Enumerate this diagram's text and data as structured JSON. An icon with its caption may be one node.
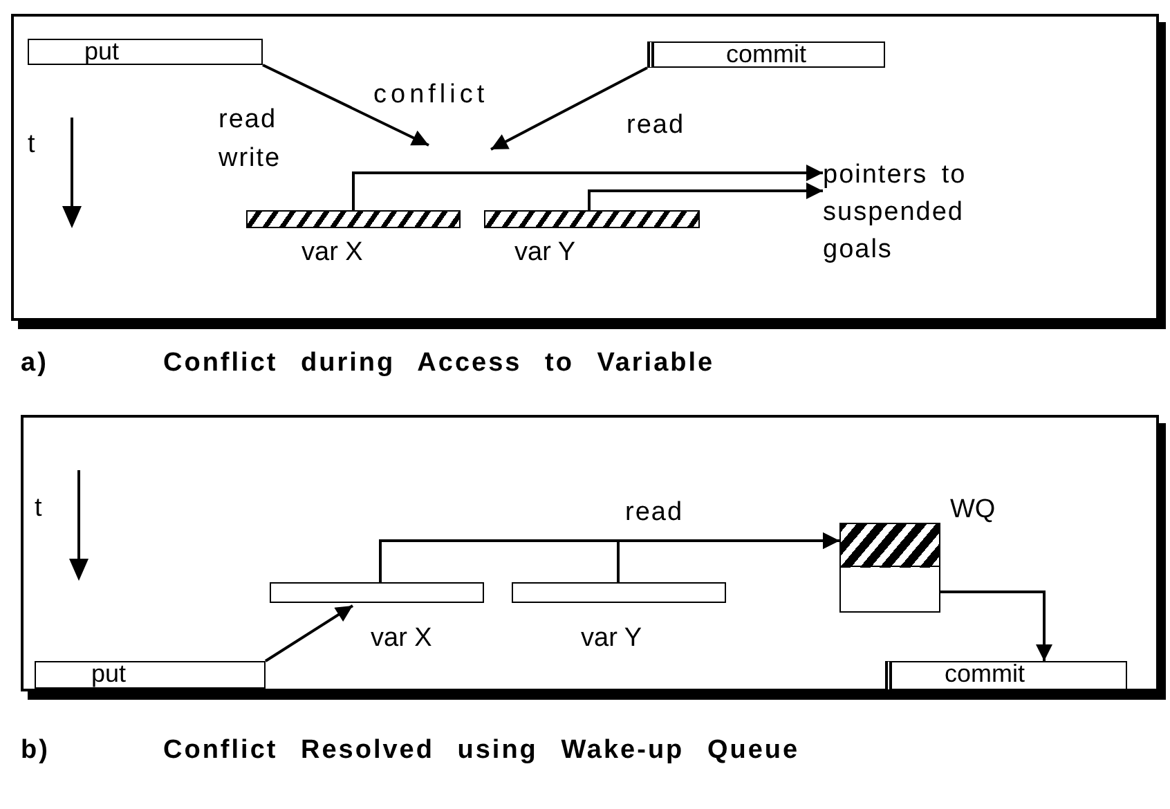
{
  "diagram": {
    "nodes": [
      {
        "text": [
          "a)",
          "Conflict during Access to Variable"
        ]
      },
      {
        "text": [
          "put"
        ],
        "in": 0
      },
      {
        "text": [
          "commit"
        ],
        "in": 0
      },
      {
        "text": [
          "var X"
        ],
        "in": 0
      },
      {
        "text": [
          "var Y"
        ],
        "in": 0
      },
      {
        "text": [
          "pointers to suspended goals"
        ],
        "in": 0
      },
      {
        "text": [
          "b)",
          "Conflict Resolved using Wake-up Queue"
        ]
      },
      {
        "text": [
          "var X"
        ],
        "in": 6
      },
      {
        "text": [
          "var Y"
        ],
        "in": 6
      },
      {
        "text": [
          "WQ"
        ],
        "in": 6
      },
      {
        "text": [
          "put"
        ],
        "in": 6
      },
      {
        "text": [
          "commit"
        ],
        "in": 6
      }
    ],
    "edges": [
      {
        "from": 1,
        "to": null,
        "arrow": "to",
        "label": "read write"
      },
      {
        "from": 2,
        "to": null,
        "arrow": "to",
        "label": "read"
      },
      {
        "from": 3,
        "to": 5,
        "arrow": "to"
      },
      {
        "from": 4,
        "to": 5,
        "arrow": "to"
      },
      {
        "from": 10,
        "to": 7,
        "arrow": "to"
      },
      {
        "from": 7,
        "to": 9,
        "arrow": "to",
        "label": "read"
      },
      {
        "from": 8,
        "to": 9,
        "arrow": "to"
      },
      {
        "from": 9,
        "to": 11,
        "arrow": "to"
      }
    ],
    "labels": [
      "conflict",
      "t",
      "t"
    ]
  }
}
